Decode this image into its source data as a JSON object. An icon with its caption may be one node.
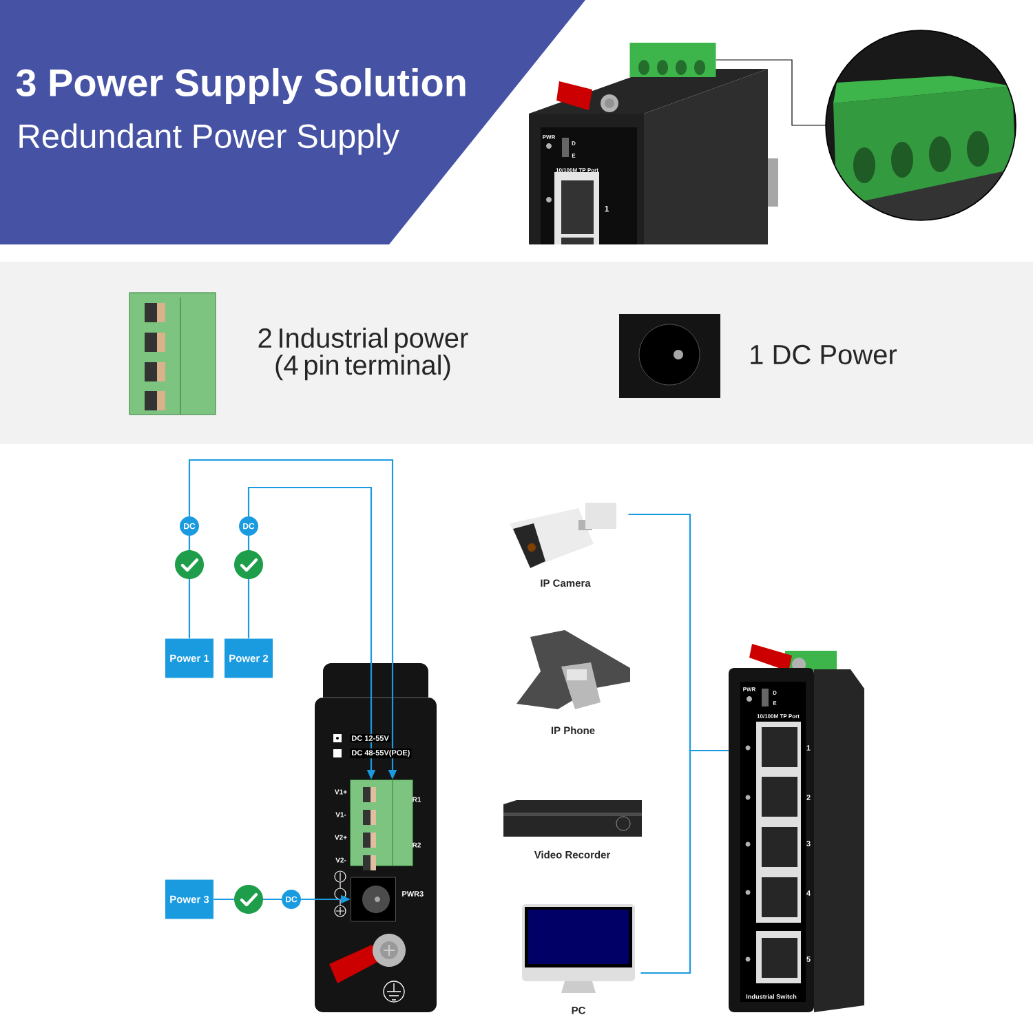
{
  "diagram": {
    "title": "3 Power Supply Solution",
    "nodes": [
      {
        "text": [],
        "shape": "picture"
      },
      {
        "text": [],
        "shape": "circle"
      },
      {
        "text": [
          "Power 1"
        ]
      },
      {
        "text": [
          "Power 2"
        ]
      },
      {
        "text": [
          "Power 3"
        ]
      },
      {
        "text": [],
        "shape": "picture"
      },
      {
        "text": [],
        "shape": "picture"
      },
      {
        "text": [
          "IP Camera"
        ]
      },
      {
        "text": [
          "IP Phone"
        ]
      },
      {
        "text": [
          "Video Recorder"
        ]
      },
      {
        "text": [
          "PC"
        ]
      },
      {
        "text": [
          "Industrial Switch"
        ]
      }
    ],
    "edges": [
      {
        "from": 0,
        "to": 1,
        "arrow": "none",
        "color": "#000000"
      },
      {
        "from": 2,
        "to": 5,
        "arrow": "to",
        "label": "DC"
      },
      {
        "from": 3,
        "to": 5,
        "arrow": "to",
        "label": "DC"
      },
      {
        "from": 4,
        "to": 6,
        "arrow": "to",
        "label": "DC"
      },
      {
        "from": 7,
        "to": 11,
        "arrow": "none"
      },
      {
        "from": 10,
        "to": 11,
        "arrow": "none"
      }
    ],
    "labels": [
      "Redundant Power Supply",
      "PWR",
      "D",
      "E",
      "10/100M TP Port",
      "1",
      "2 Industrial power (4 pin terminal)",
      "1 DC Power",
      "DC 12-55V",
      "DC 48-55V(POE)",
      "V1+",
      "R1",
      "V1-",
      "V2+",
      "R2",
      "V2-",
      "PWR3",
      "PWR",
      "D",
      "E",
      "10/100M TP Port",
      "1",
      "2",
      "3",
      "4",
      "5"
    ]
  }
}
